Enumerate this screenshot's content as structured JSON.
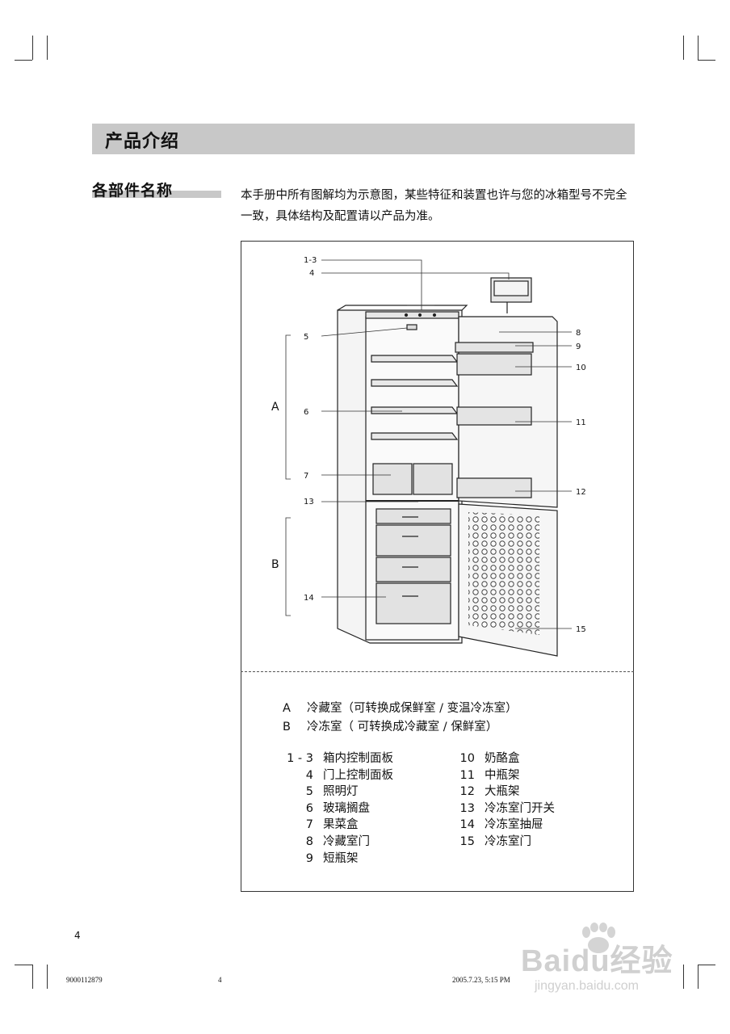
{
  "header": {
    "section_title": "产品介绍"
  },
  "subsection": {
    "title": "各部件名称"
  },
  "intro": {
    "text": "本手册中所有图解均为示意图，某些特征和装置也许与您的冰箱型号不完全一致，具体结构及配置请以产品为准。"
  },
  "figure": {
    "callouts": [
      "1-3",
      "4",
      "5",
      "6",
      "7",
      "8",
      "9",
      "10",
      "11",
      "12",
      "13",
      "14",
      "15"
    ],
    "zone_letters": [
      "A",
      "B"
    ]
  },
  "legend_ab": [
    {
      "key": "A",
      "text": "冷藏室（可转换成保鲜室 / 变温冷冻室）"
    },
    {
      "key": "B",
      "text": "冷冻室（ 可转换成冷藏室 / 保鲜室）"
    }
  ],
  "parts_left": [
    {
      "num": "1 - 3",
      "label": "箱内控制面板"
    },
    {
      "num": "4",
      "label": "门上控制面板"
    },
    {
      "num": "5",
      "label": "照明灯"
    },
    {
      "num": "6",
      "label": "玻璃搁盘"
    },
    {
      "num": "7",
      "label": "果菜盒"
    },
    {
      "num": "8",
      "label": "冷藏室门"
    },
    {
      "num": "9",
      "label": "短瓶架"
    }
  ],
  "parts_right": [
    {
      "num": "10",
      "label": "奶酪盒"
    },
    {
      "num": "11",
      "label": "中瓶架"
    },
    {
      "num": "12",
      "label": "大瓶架"
    },
    {
      "num": "13",
      "label": "冷冻室门开关"
    },
    {
      "num": "14",
      "label": "冷冻室抽屉"
    },
    {
      "num": "15",
      "label": "冷冻室门"
    }
  ],
  "page_number": "4",
  "footer": {
    "code": "9000112879",
    "page": "4",
    "timestamp": "2005.7.23, 5:15 PM"
  },
  "watermark": {
    "brand": "Baidu经验",
    "url": "jingyan.baidu.com"
  }
}
